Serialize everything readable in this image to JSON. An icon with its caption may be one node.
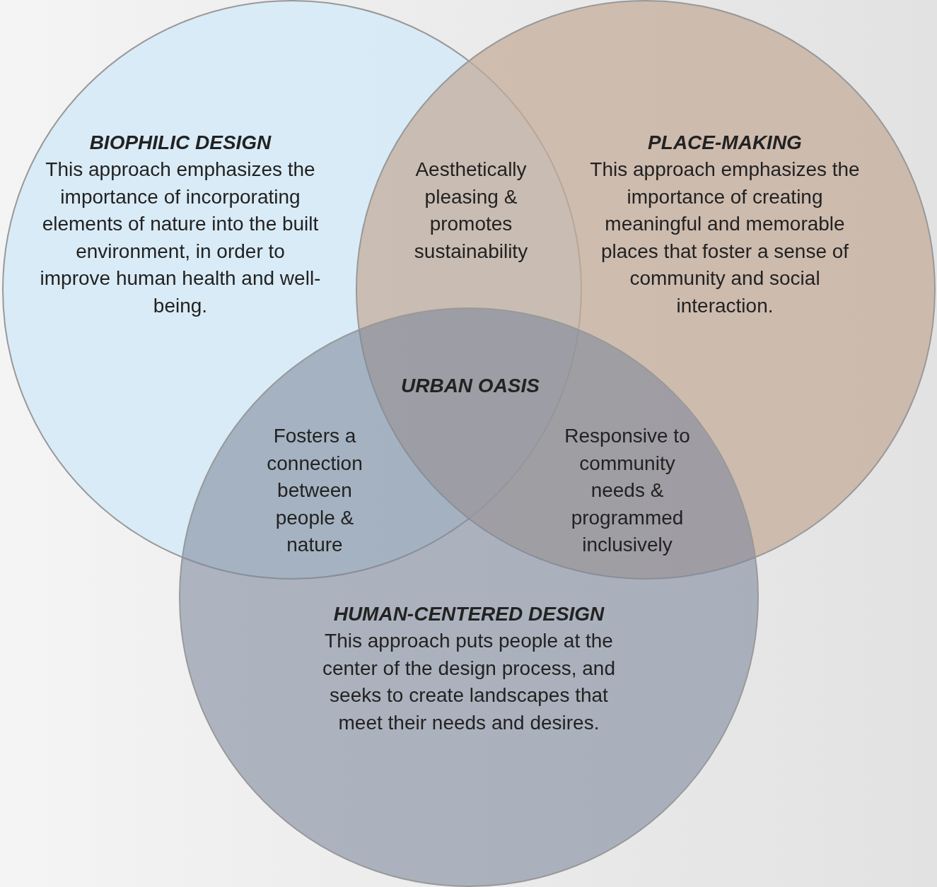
{
  "diagram": {
    "nodes": [
      {
        "text": [
          "BIOPHILIC DESIGN",
          "This approach emphasizes the importance of incorporating elements of nature into the built environment, in order to improve human health and well-being."
        ]
      },
      {
        "text": [
          "PLACE-MAKING",
          "This approach emphasizes the importance of creating meaningful and memorable places that foster a sense of community and social interaction."
        ]
      },
      {
        "text": [
          "HUMAN-CENTERED DESIGN",
          "This approach puts people at the center of the design process, and seeks to create landscapes that meet their needs and desires."
        ]
      }
    ],
    "labels": [
      "Aesthetically pleasing & promotes sustainability",
      "URBAN OASIS",
      "Fosters a connection between people & nature",
      "Responsive to community needs & programmed inclusively"
    ]
  }
}
